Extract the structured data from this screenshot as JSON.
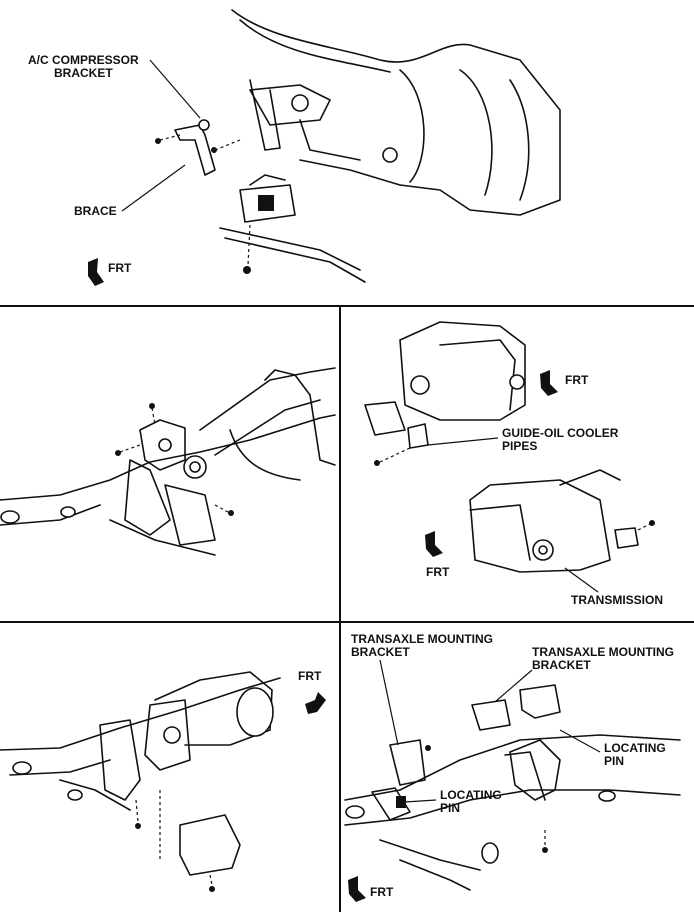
{
  "panels": {
    "top": {
      "callouts": {
        "ac_bracket": [
          "A/C COMPRESSOR",
          "BRACKET"
        ],
        "brace": "BRACE"
      },
      "frt": "FRT"
    },
    "mid_left": {},
    "mid_right": {
      "callouts": {
        "guide_oil": [
          "GUIDE-OIL COOLER",
          "PIPES"
        ],
        "transmission": "TRANSMISSION"
      },
      "frt_upper": "FRT",
      "frt_lower": "FRT"
    },
    "bottom_left": {
      "frt": "FRT"
    },
    "bottom_right": {
      "callouts": {
        "transaxle_left": [
          "TRANSAXLE MOUNTING",
          "BRACKET"
        ],
        "transaxle_right": [
          "TRANSAXLE MOUNTING",
          "BRACKET"
        ],
        "locating_pin_right": [
          "LOCATING",
          "PIN"
        ],
        "locating_pin_left": [
          "LOCATING",
          "PIN"
        ]
      },
      "frt": "FRT"
    }
  }
}
